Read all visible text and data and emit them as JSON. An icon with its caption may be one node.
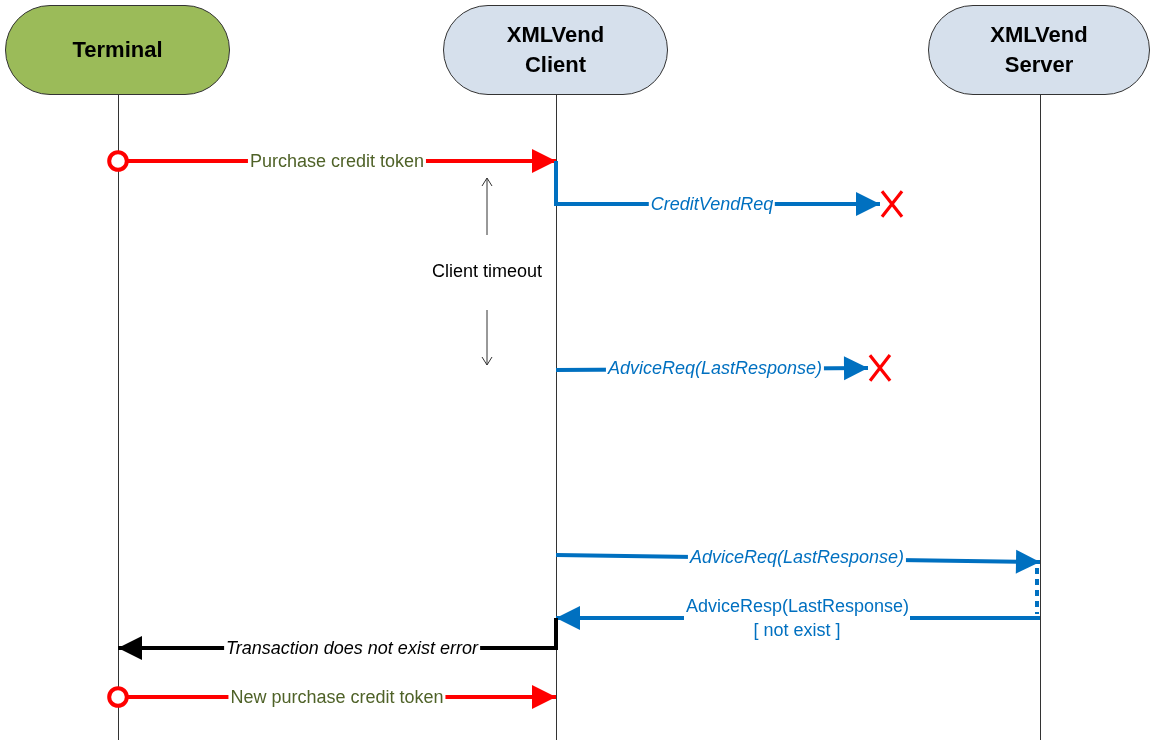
{
  "diagram": {
    "nodes": [
      {
        "text": [
          "Terminal"
        ]
      },
      {
        "text": [
          "XMLVend Client"
        ]
      },
      {
        "text": [
          "XMLVend Server"
        ]
      }
    ],
    "edges": [
      {
        "from": 0,
        "to": 1,
        "arrow": "to",
        "label": "Purchase credit token",
        "color": "#ff0000"
      },
      {
        "from": 1,
        "to": null,
        "arrow": "to",
        "label": "CreditVendReq",
        "color": "#0070c0"
      },
      {
        "from": 1,
        "to": null,
        "arrow": "to",
        "label": "AdviceReq(LastResponse)",
        "color": "#0070c0"
      },
      {
        "from": 1,
        "to": 2,
        "arrow": "to",
        "label": "AdviceReq(LastResponse)",
        "color": "#0070c0"
      },
      {
        "from": 2,
        "to": 1,
        "arrow": "to",
        "label": "AdviceResp(LastResponse) [ not exist ]",
        "color": "#0070c0"
      },
      {
        "from": 1,
        "to": 0,
        "arrow": "to",
        "label": "Transaction does not exist error",
        "color": "#000000"
      },
      {
        "from": 0,
        "to": 1,
        "arrow": "to",
        "label": "New purchase credit token",
        "color": "#ff0000"
      }
    ],
    "labels": [
      "Client timeout"
    ]
  }
}
